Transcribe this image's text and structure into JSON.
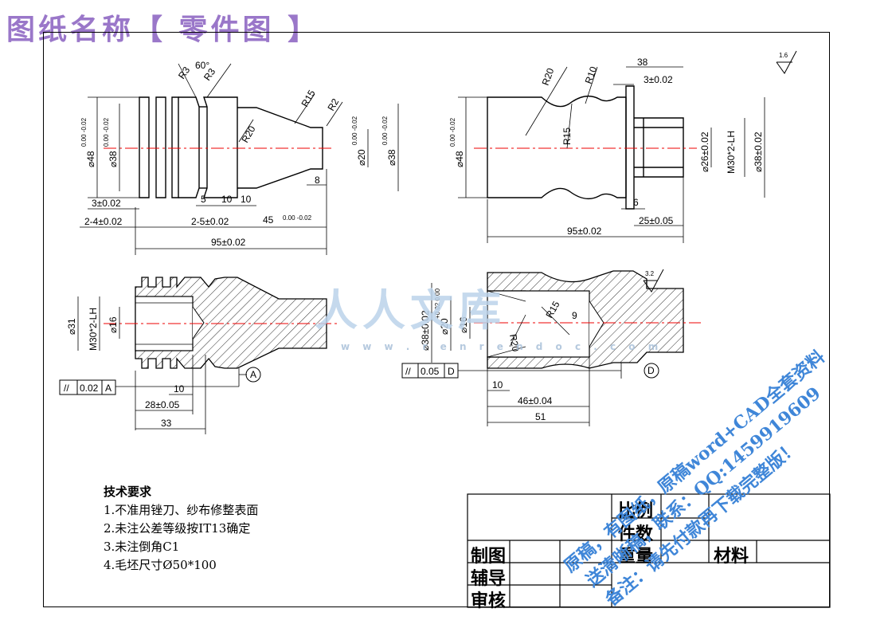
{
  "drawing_title": "图纸名称【 零件图 】",
  "surface_roughness": {
    "general": "1.6",
    "section_view": "3.2"
  },
  "view1": {
    "angle": "60°",
    "radii": [
      "R3",
      "R3",
      "R15",
      "R2",
      "R20"
    ],
    "diameters": {
      "d48": "⌀48",
      "d48_tol": "0.00 -0.02",
      "d38": "⌀38",
      "d38_tol": "0.00 -0.02",
      "d20": "⌀20",
      "d20_tol": "0.00 -0.02",
      "d38b": "⌀38",
      "d38b_tol": "0.00 -0.02"
    },
    "lengths": {
      "a": "3±0.02",
      "b": "2-4±0.02",
      "c": "5",
      "d": "10",
      "e": "10",
      "f": "8",
      "g": "2-5±0.02",
      "h": "45",
      "h_tol": "0.00 -0.02",
      "total": "95±0.02"
    }
  },
  "view2": {
    "radii": [
      "R20",
      "R10",
      "R15"
    ],
    "diameters": {
      "d48": "⌀48",
      "d48_tol": "0.00 -0.02",
      "d26": "⌀26±0.02",
      "thread": "M30*2-LH",
      "d38": "⌀38±0.02"
    },
    "lengths": {
      "a": "38",
      "b": "3±0.02",
      "c": "6",
      "d": "25±0.05",
      "total": "95±0.02"
    }
  },
  "section1": {
    "labels": {
      "d31": "⌀31",
      "thread": "M30*2-LH",
      "d16": "⌀16",
      "datum": "A"
    },
    "tolerance": {
      "symbol": "//",
      "value": "0.02",
      "datum": "A"
    },
    "lengths": {
      "a": "10",
      "b": "28±0.05",
      "c": "33"
    }
  },
  "section2": {
    "labels": {
      "d38": "⌀38±0.02",
      "d20": "⌀20",
      "d20_tol": "+0.02 0.00",
      "d16": "⌀16",
      "r15": "R15",
      "r20": "R20",
      "nine": "9",
      "datum": "D"
    },
    "tolerance": {
      "symbol": "//",
      "value": "0.05",
      "datum": "D"
    },
    "lengths": {
      "a": "10",
      "b": "46±0.04",
      "c": "51"
    }
  },
  "requirements": {
    "heading": "技术要求",
    "items": [
      "1.不准用锉刀、纱布修整表面",
      "2.未注公差等级按IT13确定",
      "3.未注倒角C1",
      "4.毛坯尺寸Ø50*100"
    ]
  },
  "title_block": {
    "scale": "比例",
    "count": "件数",
    "drawn": "制图",
    "weight": "重量",
    "material": "材料",
    "guide": "辅导",
    "review": "审核"
  },
  "watermark": {
    "text": "人人文库",
    "url": "w w w . r e n r e n d o c . c o m"
  },
  "promo": [
    "原稿，有图纸，原稿word+CAD全套资料",
    "送清晰稿，联系：QQ:1459919609",
    "备注：请先付款再下载完整版！"
  ]
}
